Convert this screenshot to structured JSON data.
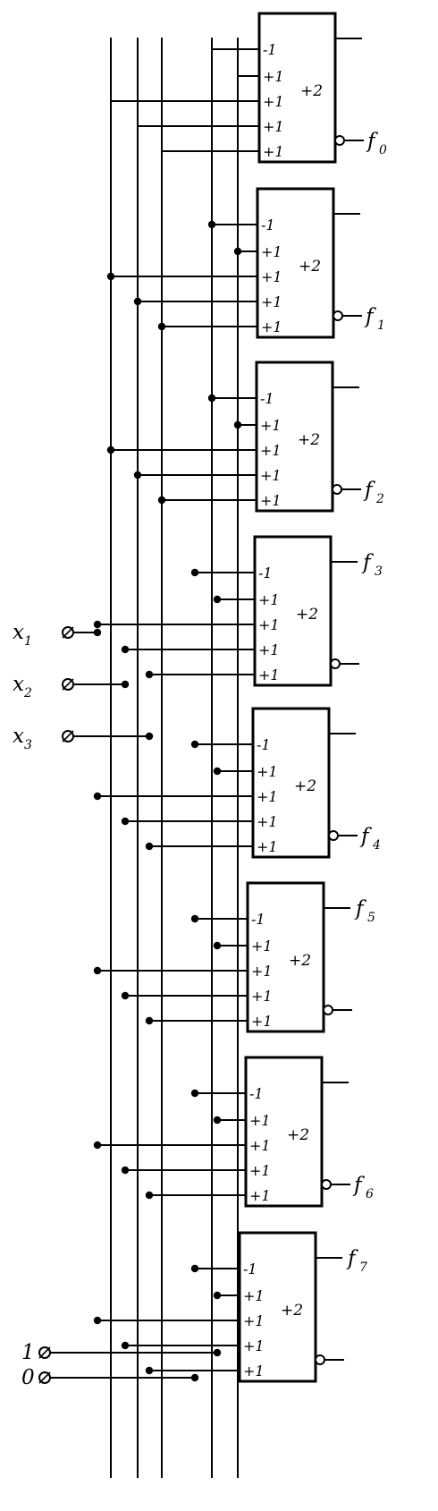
{
  "inputs": [
    {
      "var": "x",
      "sub": "1"
    },
    {
      "var": "x",
      "sub": "2"
    },
    {
      "var": "x",
      "sub": "3"
    },
    {
      "var": "1",
      "sub": ""
    },
    {
      "var": "0",
      "sub": ""
    }
  ],
  "block_inputs": [
    "-1",
    "+1",
    "+1",
    "+1",
    "+1"
  ],
  "block_gain": "+2",
  "outputs": [
    {
      "var": "f",
      "sub": "0"
    },
    {
      "var": "f",
      "sub": "1"
    },
    {
      "var": "f",
      "sub": "2"
    },
    {
      "var": "f",
      "sub": "3"
    },
    {
      "var": "f",
      "sub": "4"
    },
    {
      "var": "f",
      "sub": "5"
    },
    {
      "var": "f",
      "sub": "6"
    },
    {
      "var": "f",
      "sub": "7"
    }
  ]
}
